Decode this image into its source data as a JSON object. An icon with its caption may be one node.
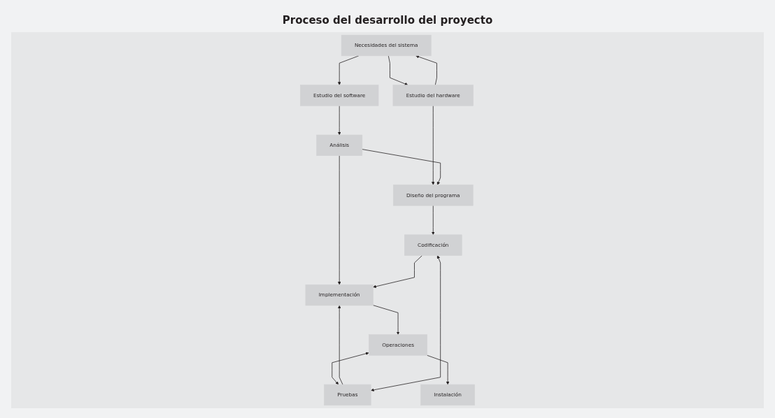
{
  "diagram": {
    "title": "Proceso del desarrollo del proyecto",
    "nodes": [
      {
        "text": [
          "Necesidades del sistema"
        ]
      },
      {
        "text": [
          "Estudio del software"
        ]
      },
      {
        "text": [
          "Estudio del hardware"
        ]
      },
      {
        "text": [
          "Análisis"
        ]
      },
      {
        "text": [
          "Diseño del programa"
        ]
      },
      {
        "text": [
          "Implementación"
        ]
      },
      {
        "text": [
          "Codificación"
        ]
      },
      {
        "text": [
          "Operaciones"
        ]
      },
      {
        "text": [
          "Pruebas"
        ]
      },
      {
        "text": [
          "Instalación"
        ]
      }
    ],
    "edges": [
      {
        "from": 0,
        "to": 1,
        "arrow": "to"
      },
      {
        "from": 0,
        "to": 2,
        "arrow": "to"
      },
      {
        "from": 2,
        "to": 0,
        "arrow": "to"
      },
      {
        "from": 1,
        "to": 3,
        "arrow": "to"
      },
      {
        "from": 2,
        "to": 4,
        "arrow": "to"
      },
      {
        "from": 3,
        "to": 4,
        "arrow": "to"
      },
      {
        "from": 3,
        "to": 5,
        "arrow": "to"
      },
      {
        "from": 4,
        "to": 6,
        "arrow": "to"
      },
      {
        "from": 6,
        "to": 5,
        "arrow": "to"
      },
      {
        "from": 5,
        "to": 7,
        "arrow": "to"
      },
      {
        "from": 7,
        "to": 8,
        "arrow": "both"
      },
      {
        "from": 8,
        "to": 5,
        "arrow": "to"
      },
      {
        "from": 8,
        "to": 6,
        "arrow": "both"
      },
      {
        "from": 7,
        "to": 9,
        "arrow": "to"
      }
    ]
  }
}
